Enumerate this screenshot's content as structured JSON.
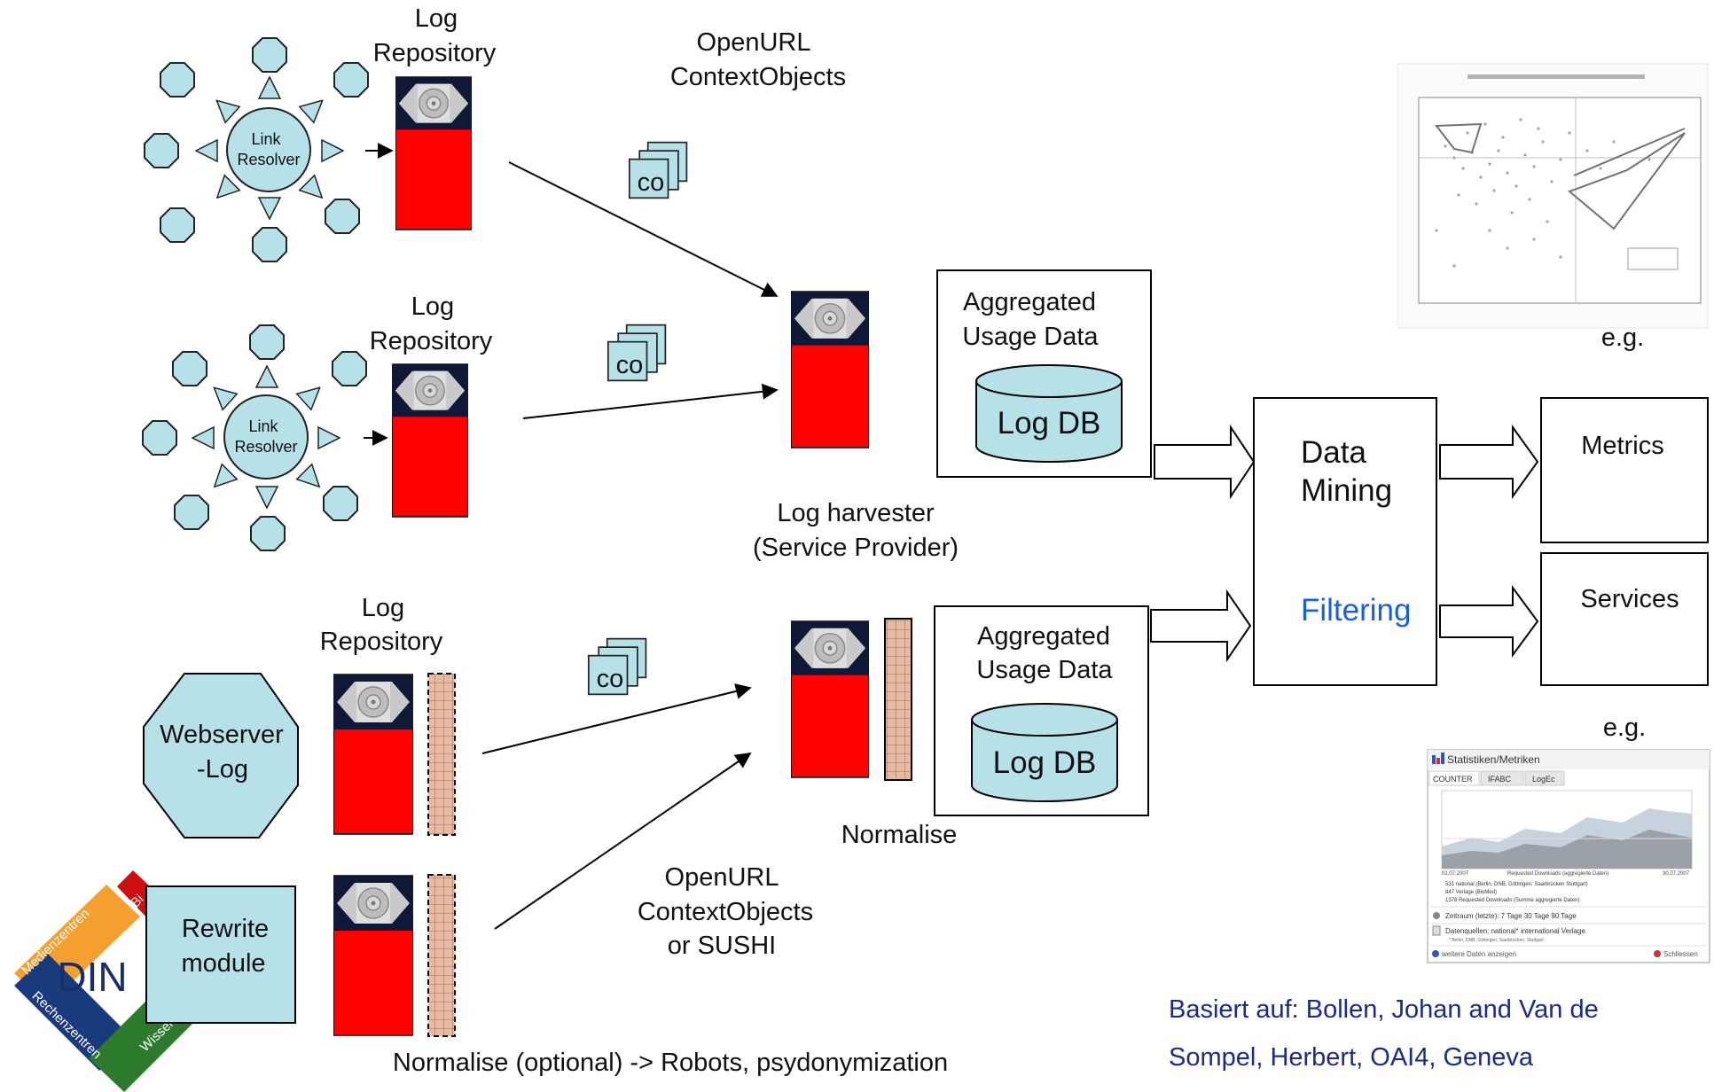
{
  "colors": {
    "node": "#b7e1e9",
    "server_top": "#101838",
    "server_body": "#ff0000",
    "grid_fill": "#e9b9a0",
    "link_text": "#1a5fe0",
    "credit_text": "#1c2a8a"
  },
  "link_resolver": {
    "line1": "Link",
    "line2": "Resolver"
  },
  "log_repository": {
    "line1": "Log",
    "line2": "Repository"
  },
  "openurl_top": {
    "line1": "OpenURL",
    "line2": "ContextObjects"
  },
  "openurl_bottom": {
    "line1": "OpenURL",
    "line2": "ContextObjects",
    "line3": "or SUSHI"
  },
  "co_label": "co",
  "harvester": {
    "line1": "Log harvester",
    "line2": "(Service Provider)"
  },
  "aggregated": {
    "line1": "Aggregated",
    "line2": "Usage Data"
  },
  "logdb": "Log DB",
  "data_mining": {
    "line1": "Data",
    "line2": "Mining",
    "filtering": "Filtering"
  },
  "metrics": "Metrics",
  "services": "Services",
  "eg": "e.g.",
  "webserver_log": {
    "line1": "Webserver",
    "line2": "-Log"
  },
  "rewrite_module": {
    "line1": "Rewrite",
    "line2": "module"
  },
  "normalise": "Normalise",
  "normalise_optional": "Normalise (optional) -> Robots, psydonymization",
  "dini_logo": {
    "text": "DIN",
    "top_left": "Medienzentren",
    "top_right": "Bi",
    "bottom_left": "Rechenzentren",
    "bottom_right": "Wissensch"
  },
  "stats_panel": {
    "title": "Statistiken/Metriken",
    "tabs": [
      "COUNTER",
      "IFABC",
      "LogEc"
    ],
    "date_start": "01.07.2007",
    "caption": "Requested Downloads (aggregierte Daten)",
    "date_end": "30.07.2007",
    "legend": [
      "531  national (Berlin, DNB, Göttingen, Saarbrücken Stuttgart)",
      "847  Verlage (BioMed)",
      "1378  Requested Downloads (Summe aggregierte Daten)"
    ],
    "timeframe": "Zeitraum (letzte): 7 Tage 30 Tage 90 Tage",
    "sources": "Datenquellen: national* international  Verlage",
    "sources_note": "* Berlin, DNB, Göttingen, Saarbrücken, Stuttgart",
    "more": "weitere Daten anzeigen",
    "close": "Schliessen"
  },
  "credit": {
    "line1": "Basiert auf: Bollen, Johan and Van de",
    "line2": "Sompel, Herbert,  OAI4, Geneva"
  }
}
